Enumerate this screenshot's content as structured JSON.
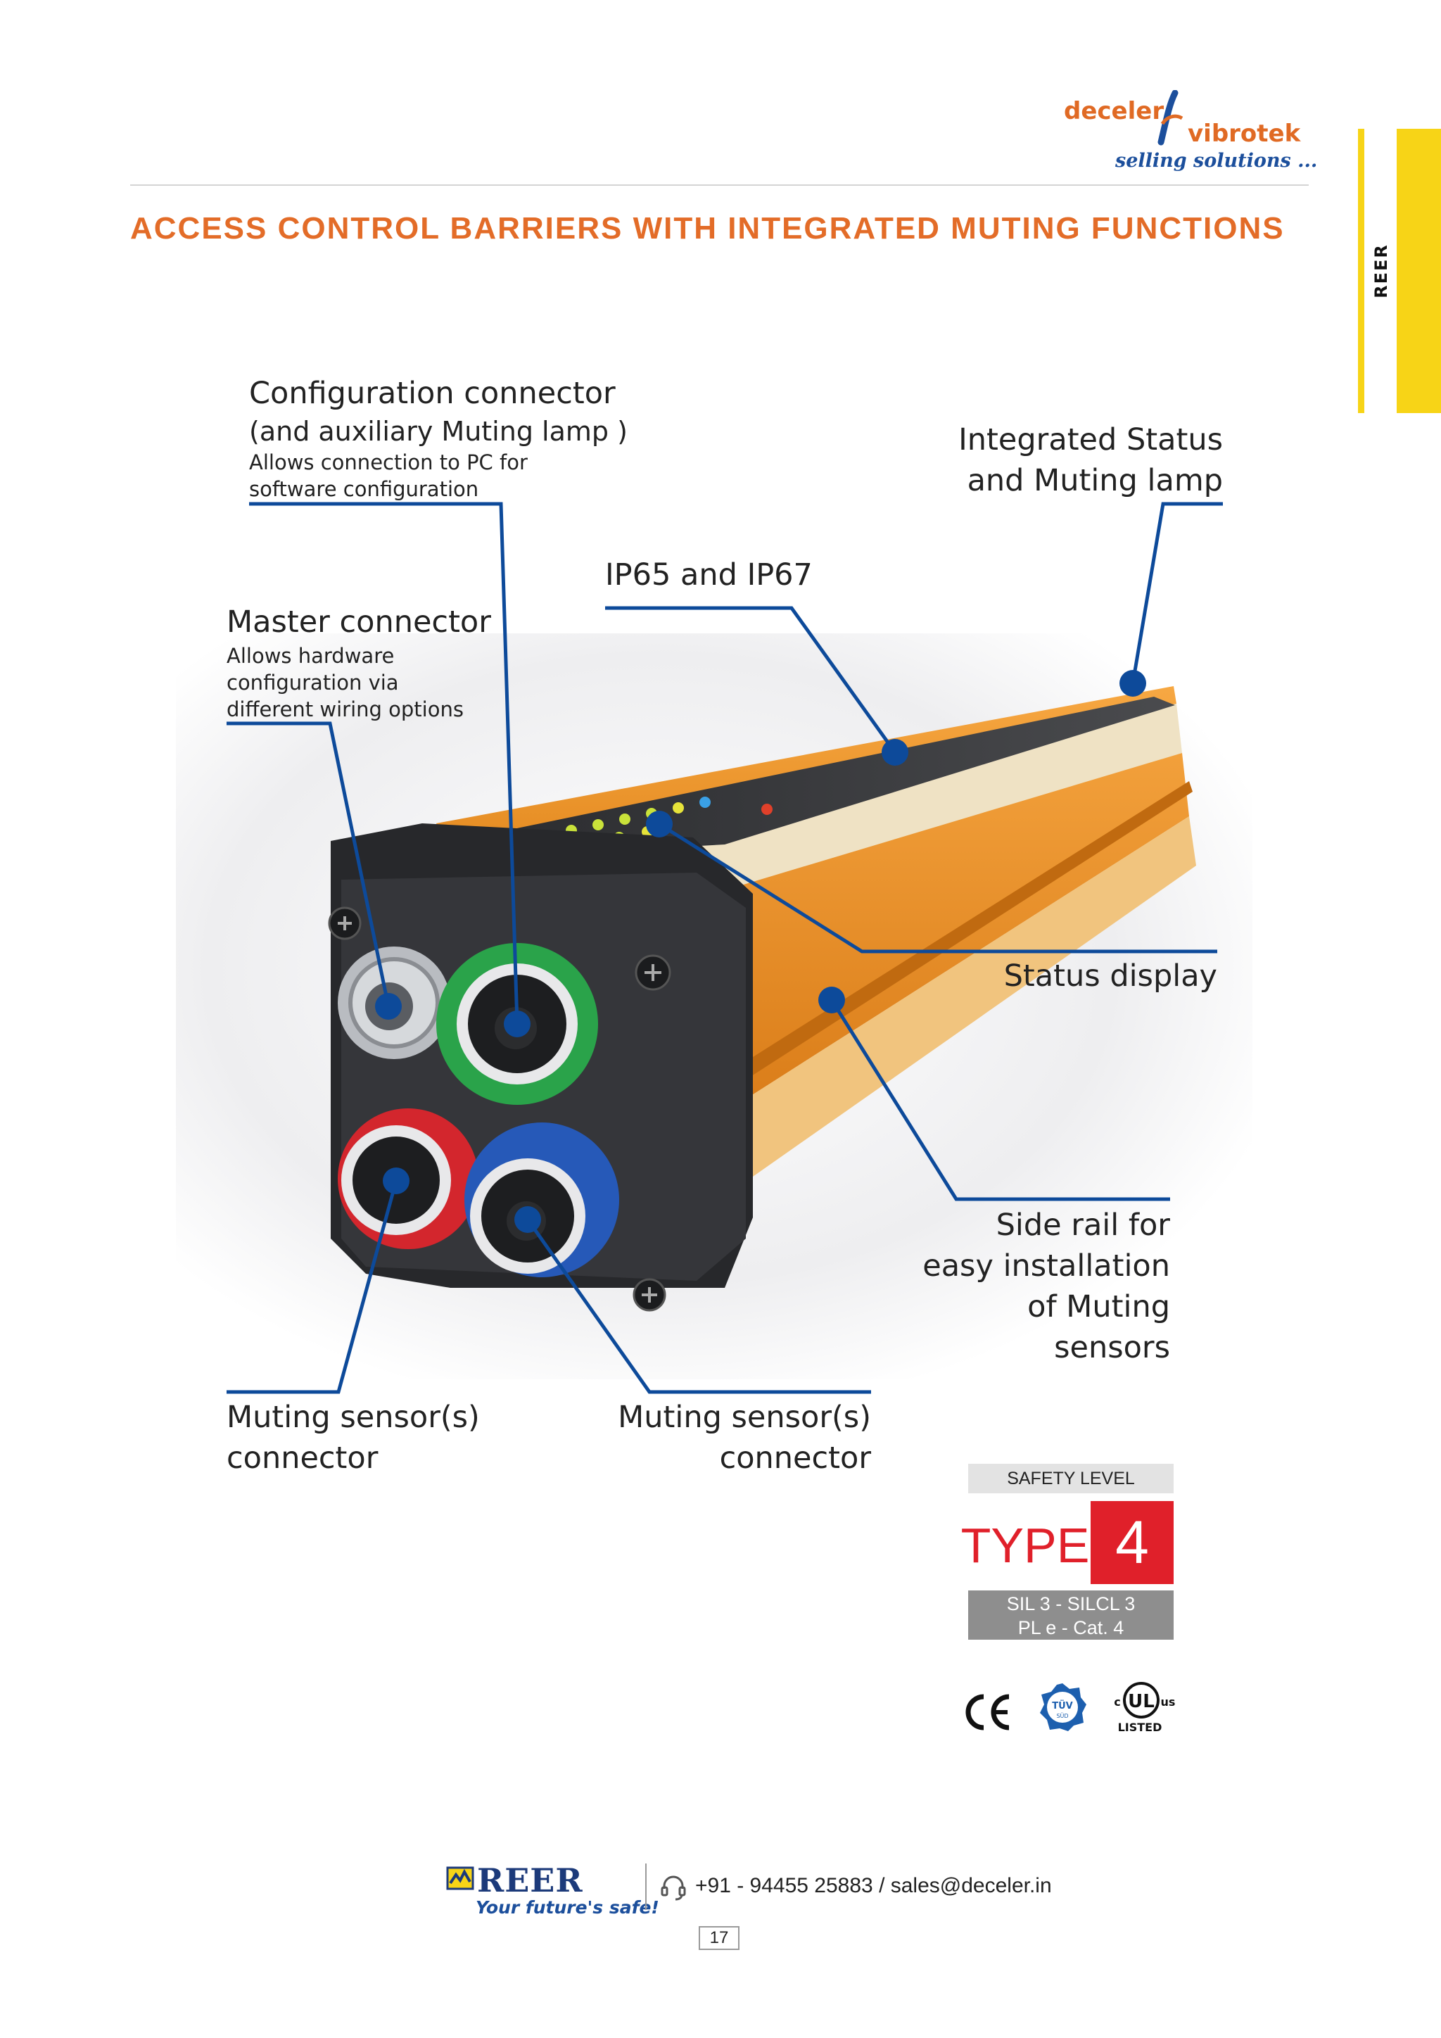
{
  "brand": {
    "name_left": "deceler",
    "name_right": "vibrotek",
    "tagline": "selling solutions ...",
    "accent_color": "#e06a24",
    "tagline_color": "#1c4f9c"
  },
  "side_tab": {
    "label": "REER",
    "color": "#f7d417"
  },
  "page_title": "ACCESS CONTROL BARRIERS WITH INTEGRATED MUTING FUNCTIONS",
  "title_color": "#e36c28",
  "callouts": {
    "configuration": {
      "title": "Configuration connector",
      "subtitle": "(and auxiliary Muting lamp )",
      "desc_line1": "Allows connection to PC for",
      "desc_line2": "software configuration"
    },
    "status_lamp": {
      "line1": "Integrated Status",
      "line2": "and Muting lamp"
    },
    "ip_rating": {
      "title": "IP65 and IP67"
    },
    "master": {
      "title": "Master connector",
      "desc_line1": "Allows hardware",
      "desc_line2": "configuration via",
      "desc_line3": "different wiring options"
    },
    "status_display": {
      "title": "Status display"
    },
    "side_rail": {
      "line1": "Side rail for",
      "line2": "easy installation",
      "line3": "of Muting",
      "line4": "sensors"
    },
    "muting_left": {
      "line1": "Muting sensor(s)",
      "line2": "connector"
    },
    "muting_right": {
      "line1": "Muting sensor(s)",
      "line2": "connector"
    }
  },
  "leader_color": "#0d4a9a",
  "safety": {
    "header": "SAFETY LEVEL",
    "type_label": "TYPE",
    "type_number": "4",
    "sil_line1": "SIL 3 - SILCL 3",
    "sil_line2": "PL e - Cat. 4",
    "red": "#e0202a"
  },
  "certifications": {
    "ce": "CE",
    "tuv_top": "TÜV",
    "tuv_bottom": "SÜD",
    "ul_c": "c",
    "ul_mark": "UL",
    "ul_us": "us",
    "ul_listed": "LISTED"
  },
  "footer": {
    "reer_logo": "REER",
    "reer_tagline": "Your future's safe!",
    "contact": "+91 - 94455 25883 / sales@deceler.in",
    "page_number": "17"
  }
}
